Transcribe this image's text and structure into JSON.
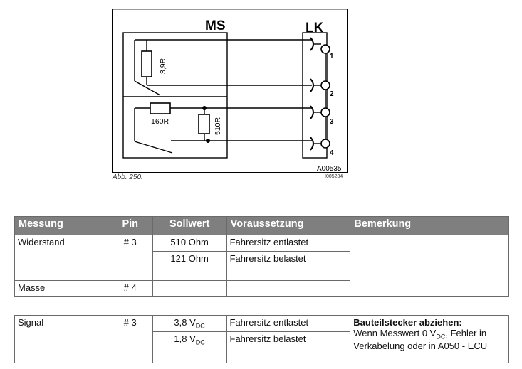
{
  "diagram": {
    "label_ms": "MS",
    "label_lk": "LK",
    "r1": "3,9R",
    "r2": "160R",
    "r3": "510R",
    "pins": [
      "1",
      "2",
      "3",
      "4"
    ],
    "code": "A00535",
    "caption": "Abb. 250.",
    "ref": "I005284"
  },
  "table": {
    "headers": [
      "Messung",
      "Pin",
      "Sollwert",
      "Voraussetzung",
      "Bemerkung"
    ],
    "resistance": {
      "measurement": "Widerstand",
      "pin": "# 3",
      "values": [
        "510 Ohm",
        "121 Ohm"
      ],
      "conditions": [
        "Fahrersitz entlastet",
        "Fahrersitz belastet"
      ]
    },
    "ground": {
      "measurement": "Masse",
      "pin": "# 4"
    },
    "signal": {
      "measurement": "Signal",
      "pin": "# 3",
      "values": [
        {
          "num": "3,8 V",
          "sub": "DC"
        },
        {
          "num": "1,8 V",
          "sub": "DC"
        }
      ],
      "conditions": [
        "Fahrersitz entlastet",
        "Fahrersitz belastet"
      ],
      "note_head": "Bauteilstecker abziehen:",
      "note_a": "Wenn Messwert 0 V",
      "note_sub": "DC",
      "note_b": ", Fehler in Verkabelung oder in A050 - ECU"
    }
  }
}
